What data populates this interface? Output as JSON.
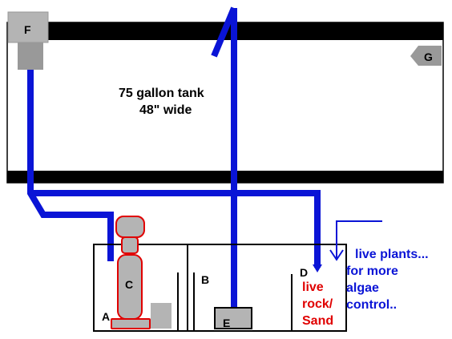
{
  "tank": {
    "label_line1": "75 gallon tank",
    "label_line2": "48\" wide"
  },
  "labels": {
    "a": "A",
    "b": "B",
    "c": "C",
    "d": "D",
    "e": "E",
    "f": "F",
    "g": "G"
  },
  "refugium": {
    "line1": "live",
    "line2": "rock/",
    "line3": "Sand"
  },
  "note": {
    "line1": "live plants...",
    "line2": "for more",
    "line3": "algae",
    "line4": "control.."
  },
  "colors": {
    "plumbing": "#0a14d6",
    "outline": "#000000",
    "red": "#e00000",
    "device_fill": "#b4b4b4",
    "text_blue": "#0a14d6"
  }
}
